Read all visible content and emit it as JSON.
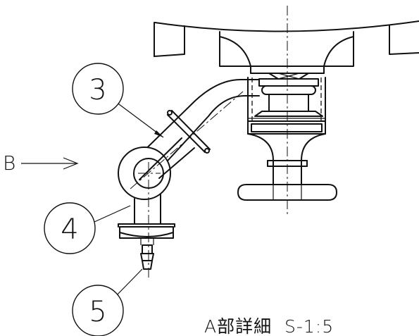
{
  "balloons": [
    {
      "id": "3",
      "label": "3"
    },
    {
      "id": "4",
      "label": "4"
    },
    {
      "id": "5",
      "label": "5"
    }
  ],
  "view_arrow": {
    "label": "B"
  },
  "detail_title": "A部詳細  S-1:5"
}
